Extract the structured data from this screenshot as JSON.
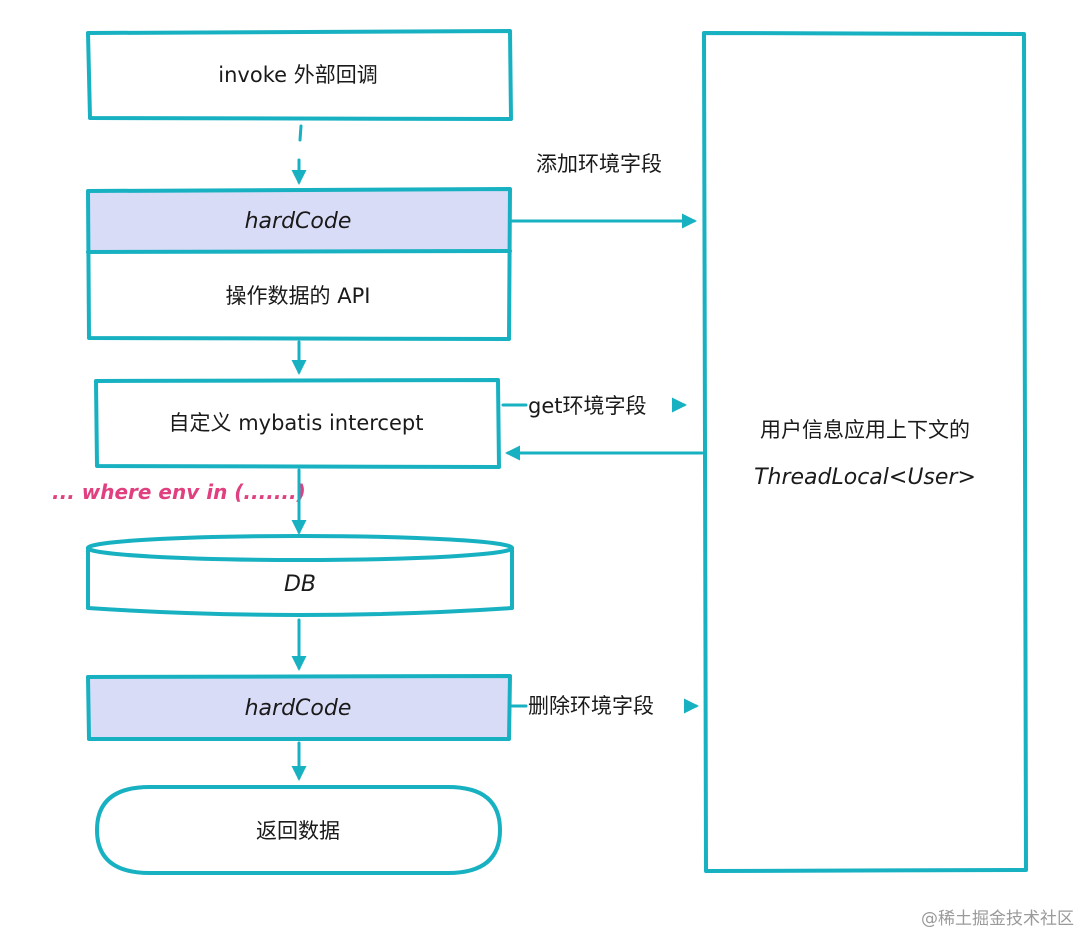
{
  "colors": {
    "stroke": "#17b1c1",
    "highlight_fill": "#d9dcf7",
    "box_fill": "#ffffff",
    "annotation": "#e0407f",
    "watermark": "#9a9a9a"
  },
  "nodes": {
    "invoke": "invoke 外部回调",
    "hardcode_add": "hardCode",
    "data_api": "操作数据的 API",
    "mybatis": "自定义 mybatis intercept",
    "db": "DB",
    "hardcode_remove": "hardCode",
    "return": "返回数据",
    "context_line1": "用户信息应用上下文的",
    "context_line2": "ThreadLocal<User>"
  },
  "edges": {
    "add_env": "添加环境字段",
    "get_env": "get环境字段",
    "remove_env": "删除环境字段"
  },
  "annotation": {
    "where_clause": "... where env in (.......)"
  },
  "watermark": "@稀土掘金技术社区"
}
